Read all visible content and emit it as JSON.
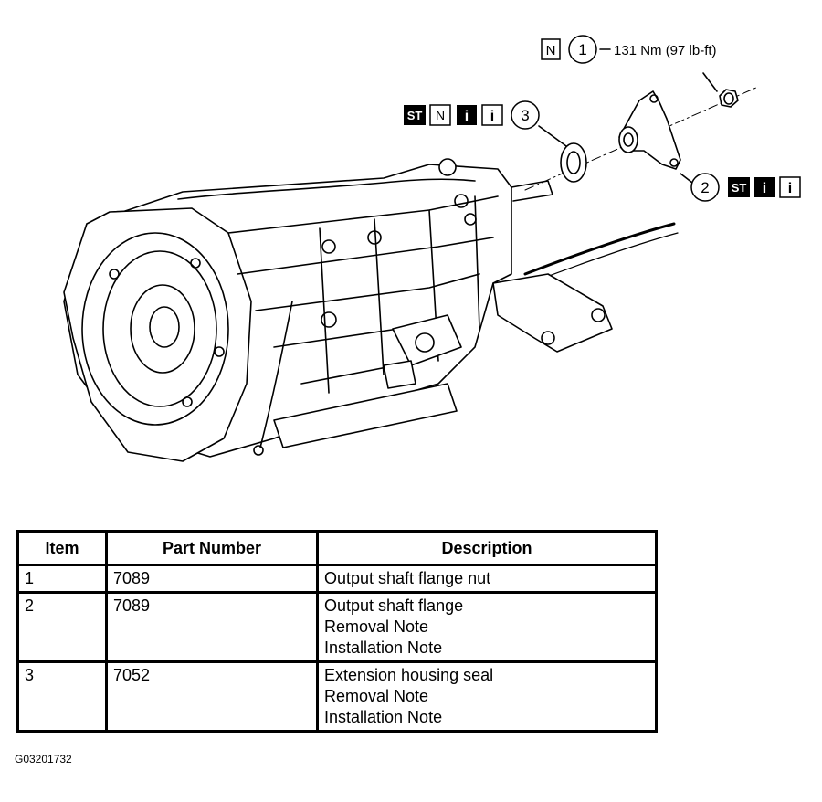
{
  "callouts": {
    "c1": {
      "number": "1",
      "torque": "131 Nm (97 lb-ft)",
      "icons": [
        "N"
      ]
    },
    "c2": {
      "number": "2",
      "icons": [
        "ST",
        "i",
        "i"
      ]
    },
    "c3": {
      "number": "3",
      "icons": [
        "ST",
        "N",
        "i",
        "i"
      ]
    }
  },
  "table": {
    "headers": [
      "Item",
      "Part Number",
      "Description"
    ],
    "rows": [
      {
        "item": "1",
        "part_number": "7089",
        "description": [
          "Output shaft flange nut"
        ]
      },
      {
        "item": "2",
        "part_number": "7089",
        "description": [
          "Output shaft flange",
          "Removal Note",
          "Installation Note"
        ]
      },
      {
        "item": "3",
        "part_number": "7052",
        "description": [
          "Extension housing seal",
          "Removal Note",
          "Installation Note"
        ]
      }
    ]
  },
  "figure_id": "G03201732"
}
